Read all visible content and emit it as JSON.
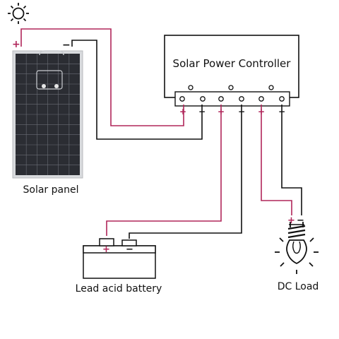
{
  "labels": {
    "controller": "Solar Power Controller",
    "solar_panel": "Solar panel",
    "battery": "Lead acid battery",
    "load": "DC Load"
  },
  "polarity": {
    "positive": "+",
    "negative": "−"
  },
  "colors": {
    "positive_wire": "#b0265a",
    "negative_wire": "#111111",
    "panel_cell": "#2b2d33",
    "panel_frame": "#d8dadd"
  },
  "icons": [
    "sun-icon",
    "solar-panel-icon",
    "battery-icon",
    "light-bulb-icon"
  ]
}
